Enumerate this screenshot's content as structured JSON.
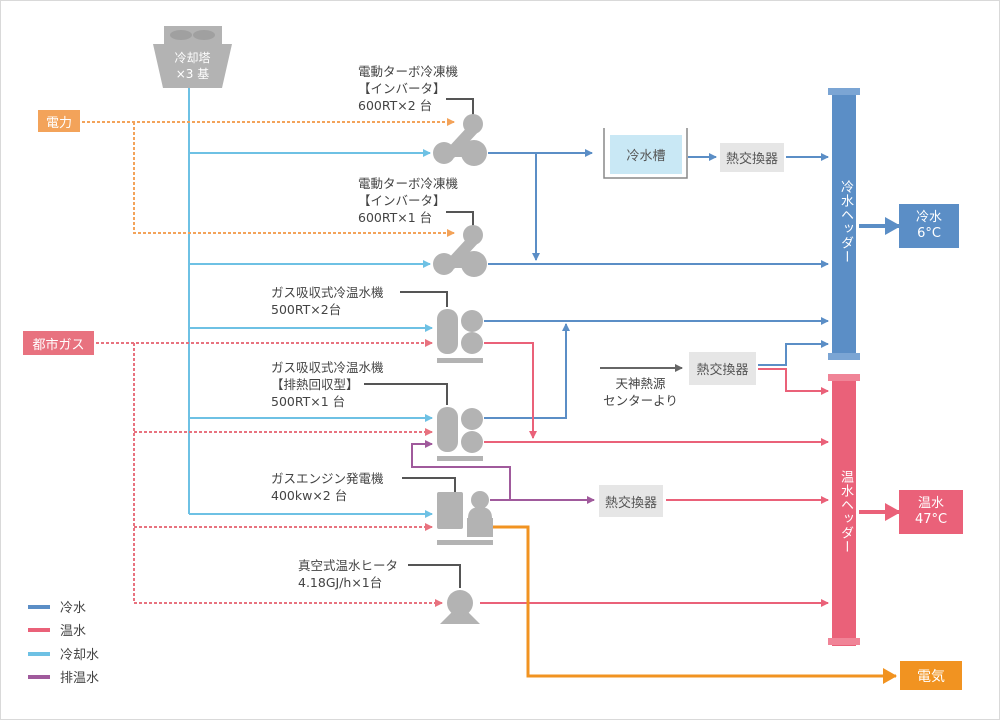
{
  "colors": {
    "chilled": "#5b8ec6",
    "hot": "#ea6179",
    "cooling": "#6ec1e4",
    "exhaust": "#a05a9c",
    "power": "#f3a35a",
    "gas": "#e8727f",
    "electricity": "#f19321",
    "equipment": "#b3b3b3"
  },
  "sources": {
    "power": "電力",
    "city_gas": "都市ガス"
  },
  "cooling_tower": {
    "line1": "冷却塔",
    "line2": "×3 基"
  },
  "equipment": {
    "turbo1": {
      "name": "電動ターボ冷凍機",
      "sub": "【インバータ】",
      "spec": "600RT×2 台"
    },
    "turbo2": {
      "name": "電動ターボ冷凍機",
      "sub": "【インバータ】",
      "spec": "600RT×1 台"
    },
    "absorber1": {
      "name": "ガス吸収式冷温水機",
      "spec": "500RT×2台"
    },
    "absorber2": {
      "name": "ガス吸収式冷温水機",
      "sub": "【排熱回収型】",
      "spec": "500RT×1 台"
    },
    "engine": {
      "name": "ガスエンジン発電機",
      "spec": "400kw×2 台"
    },
    "heater": {
      "name": "真空式温水ヒータ",
      "spec": "4.18GJ/h×1台"
    }
  },
  "storage_tank": "冷水槽",
  "heat_exchangers": {
    "hx1": "熱交換器",
    "hx2": "熱交換器",
    "hx3": "熱交換器"
  },
  "external_source": {
    "line1": "天神熱源",
    "line2": "センターより"
  },
  "headers": {
    "chilled": "冷水ヘッダー",
    "hot": "温水ヘッダー"
  },
  "outputs": {
    "chilled": {
      "name": "冷水",
      "temp": "6°C"
    },
    "hot": {
      "name": "温水",
      "temp": "47°C"
    },
    "electricity": "電気"
  },
  "legend": [
    {
      "label": "冷水",
      "color": "#5b8ec6"
    },
    {
      "label": "温水",
      "color": "#ea6179"
    },
    {
      "label": "冷却水",
      "color": "#6ec1e4"
    },
    {
      "label": "排温水",
      "color": "#a05a9c"
    }
  ]
}
